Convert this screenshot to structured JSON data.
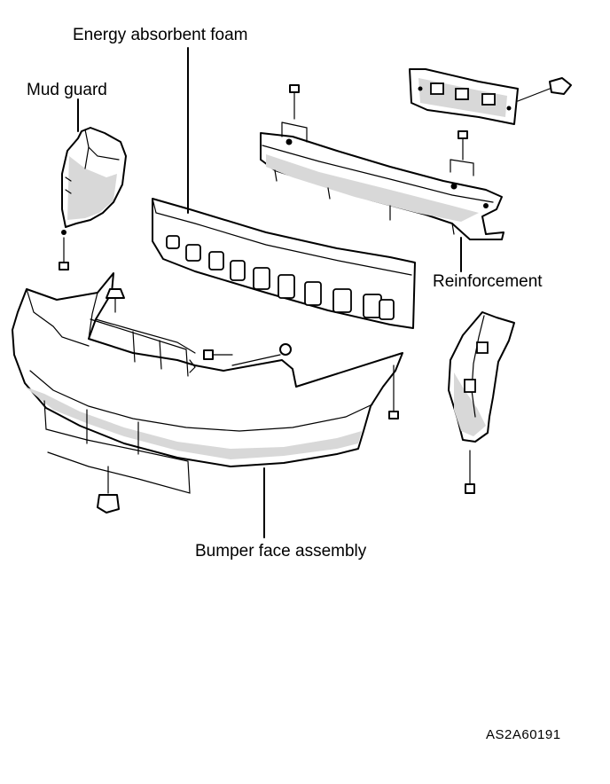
{
  "labels": {
    "energy_absorbent_foam": "Energy absorbent foam",
    "mud_guard": "Mud guard",
    "reinforcement": "Reinforcement",
    "bumper_face_assembly": "Bumper face assembly"
  },
  "figure_code": "AS2A60191"
}
